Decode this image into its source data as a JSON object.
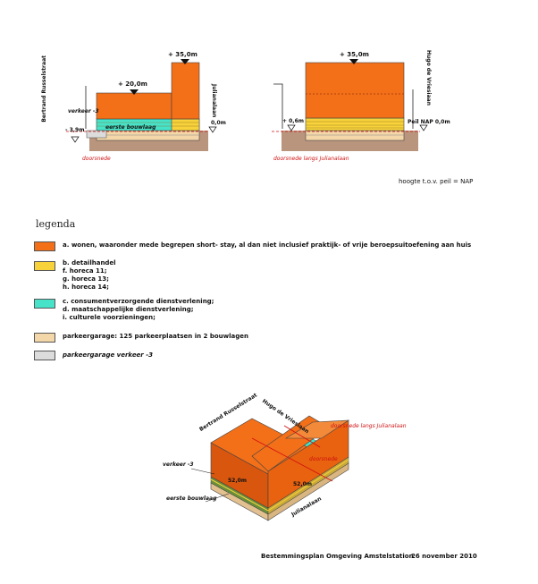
{
  "section1": {
    "street_left": "Bertrand Russelstraat",
    "street_right": "Julianalaan",
    "height_high": "+ 35,0m",
    "height_low": "+ 20,0m",
    "traffic_label": "verkeer -3",
    "first_layer_label": "eerste bouwlaag",
    "level_left": "- 3,9m",
    "level_right": "0,0m",
    "caption": "doorsnede"
  },
  "section2": {
    "street_right": "Hugo de Vriesiaan",
    "height_high": "+ 35,0m",
    "level_left": "+ 0,6m",
    "level_right": "Peil NAP 0,0m",
    "caption": "doorsnede langs Julianalaan"
  },
  "height_note": "hoogte t.o.v. peil = NAP",
  "legend": {
    "title": "legenda",
    "colors": {
      "orange": "#f36f18",
      "yellow": "#f7d23a",
      "cyan": "#46e3c9",
      "tan": "#f4d7a8",
      "grey": "#dcdcdc"
    },
    "items": [
      {
        "lines": [
          "a. wonen, waaronder mede begrepen short- stay, al dan niet inclusief praktijk- of vrije beroepsuitoefening aan huis"
        ]
      },
      {
        "lines": [
          "b. detailhandel",
          "f.  horeca 11;",
          "g.  horeca 13;",
          "h.  horeca 14;"
        ]
      },
      {
        "lines": [
          "c. consumentverzorgende dienstverlening;",
          "d. maatschappelijke dienstverlening;",
          "i.  culturele voorzieningen;"
        ]
      },
      {
        "lines": [
          "parkeergarage: 125 parkeerplaatsen in 2 bouwlagen"
        ]
      },
      {
        "lines": [
          "parkeergarage verkeer -3"
        ]
      }
    ]
  },
  "iso": {
    "street_top": "Hugo de Vriesiaan",
    "street_left": "Bertrand Russelstraat",
    "section_label_1": "doorsnede langs Julianalaan",
    "section_label_2": "doorsnede",
    "traffic_label": "verkeer -3",
    "height_a": "52,0m",
    "height_b": "52,0m",
    "first_layer_label": "eerste bouwlaag",
    "street_bottom": "Julianalaan"
  },
  "footer": {
    "title": "Bestemmingsplan Omgeving Amstelstation",
    "date": "26 november 2010"
  }
}
